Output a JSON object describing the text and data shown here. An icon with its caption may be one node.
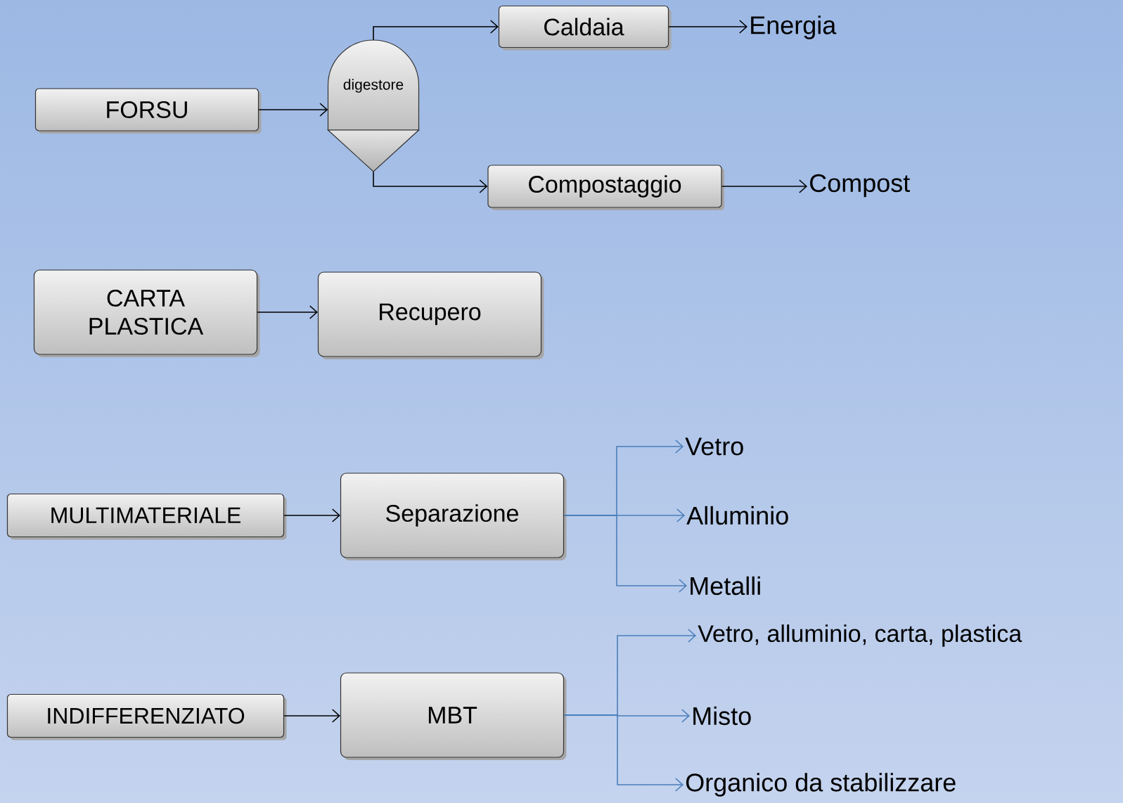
{
  "diagram": {
    "nodes": [
      {
        "text": [
          "FORSU"
        ]
      },
      {
        "text": [
          "digestore"
        ]
      },
      {
        "text": [
          "Caldaia"
        ]
      },
      {
        "text": [
          "Energia"
        ]
      },
      {
        "text": [
          "Compostaggio"
        ]
      },
      {
        "text": [
          "Compost"
        ]
      },
      {
        "text": [
          "CARTA PLASTICA"
        ]
      },
      {
        "text": [
          "Recupero"
        ]
      },
      {
        "text": [
          "MULTIMATERIALE"
        ]
      },
      {
        "text": [
          "Separazione"
        ]
      },
      {
        "text": [
          "Vetro"
        ]
      },
      {
        "text": [
          "Alluminio"
        ]
      },
      {
        "text": [
          "Metalli"
        ]
      },
      {
        "text": [
          "INDIFFERENZIATO"
        ]
      },
      {
        "text": [
          "MBT"
        ]
      },
      {
        "text": [
          "Vetro, alluminio, carta, plastica"
        ]
      },
      {
        "text": [
          "Misto"
        ]
      },
      {
        "text": [
          "Organico da stabilizzare"
        ]
      }
    ],
    "edges": [
      {
        "from": 0,
        "to": 1,
        "arrow": "to"
      },
      {
        "from": 1,
        "to": 2,
        "arrow": "to"
      },
      {
        "from": 2,
        "to": 3,
        "arrow": "to"
      },
      {
        "from": 1,
        "to": 4,
        "arrow": "to"
      },
      {
        "from": 4,
        "to": 5,
        "arrow": "to"
      },
      {
        "from": 6,
        "to": 7,
        "arrow": "to"
      },
      {
        "from": 8,
        "to": 9,
        "arrow": "to"
      },
      {
        "from": 9,
        "to": 10,
        "arrow": "to",
        "color": "#4a7ebb"
      },
      {
        "from": 9,
        "to": 11,
        "arrow": "to",
        "color": "#4a7ebb"
      },
      {
        "from": 9,
        "to": 12,
        "arrow": "to",
        "color": "#4a7ebb"
      },
      {
        "from": 13,
        "to": 14,
        "arrow": "to"
      },
      {
        "from": 14,
        "to": 15,
        "arrow": "to",
        "color": "#4a7ebb"
      },
      {
        "from": 14,
        "to": 16,
        "arrow": "to",
        "color": "#4a7ebb"
      },
      {
        "from": 14,
        "to": 17,
        "arrow": "to",
        "color": "#4a7ebb"
      }
    ]
  }
}
